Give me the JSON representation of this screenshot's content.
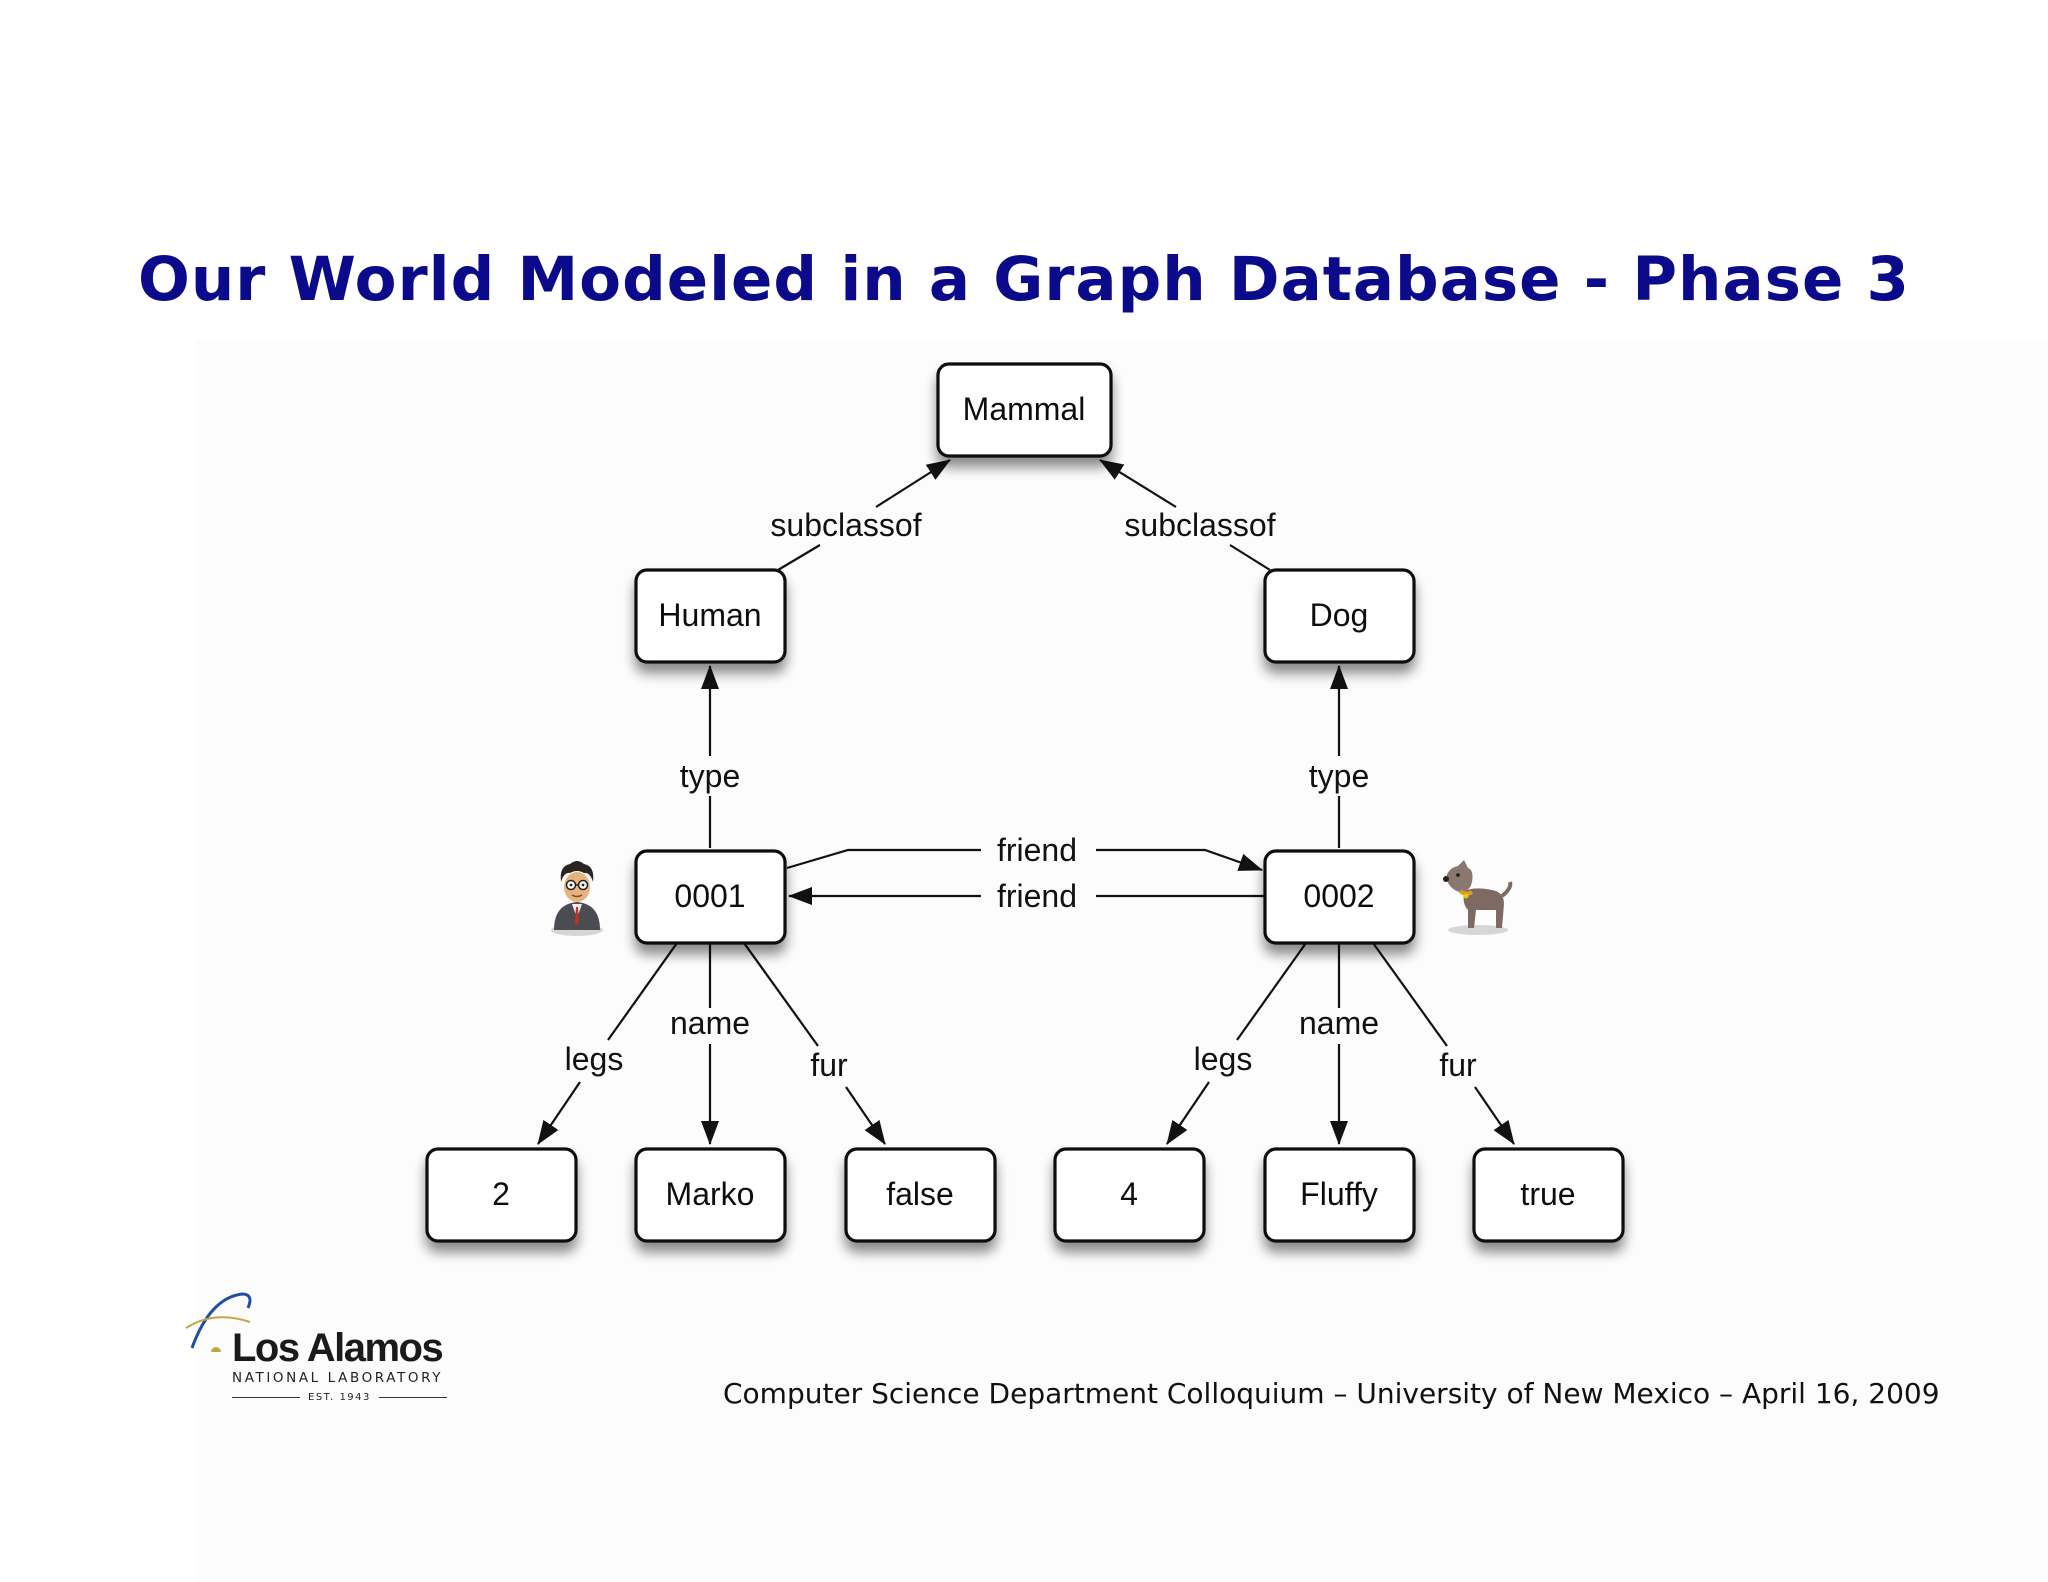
{
  "slide": {
    "title": "Our World Modeled in a Graph Database - Phase 3",
    "footer": "Computer Science Department Colloquium – University of New Mexico – April 16, 2009"
  },
  "logo": {
    "name": "Los Alamos",
    "subtitle": "NATIONAL LABORATORY",
    "established": "EST. 1943"
  },
  "nodes": {
    "mammal": "Mammal",
    "human": "Human",
    "dog": "Dog",
    "n0001": "0001",
    "n0002": "0002",
    "v2": "2",
    "marko": "Marko",
    "false": "false",
    "v4": "4",
    "fluffy": "Fluffy",
    "true": "true"
  },
  "edges": {
    "subclassof_human": "subclassof",
    "subclassof_dog": "subclassof",
    "type_0001": "type",
    "type_0002": "type",
    "friend_0001_to_0002": "friend",
    "friend_0002_to_0001": "friend",
    "legs_0001": "legs",
    "name_0001": "name",
    "fur_0001": "fur",
    "legs_0002": "legs",
    "name_0002": "name",
    "fur_0002": "fur"
  },
  "icons": {
    "person": "person-avatar-icon",
    "dog": "dog-icon"
  }
}
